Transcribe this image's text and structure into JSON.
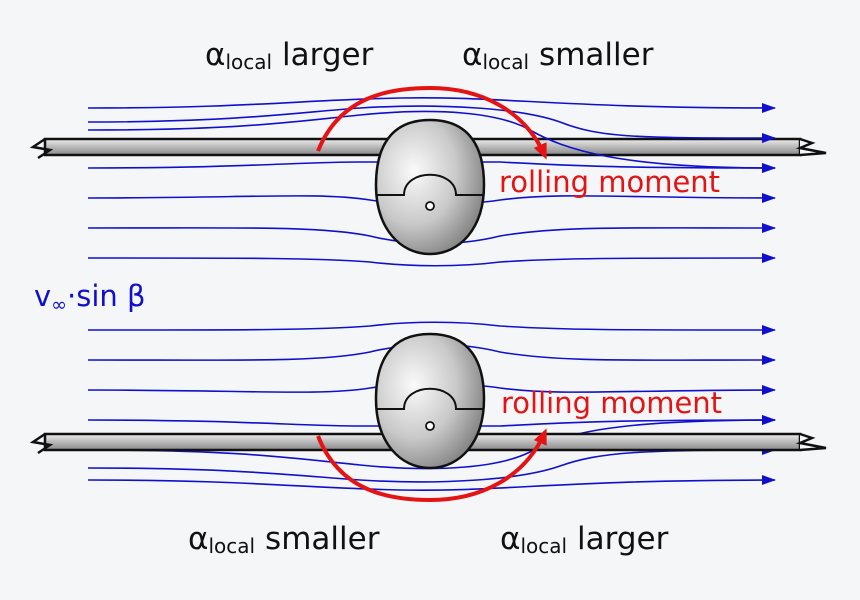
{
  "colors": {
    "background": "#f5f6f8",
    "streamline": "#1010cc",
    "moment": "#e41414",
    "text": "#111111",
    "fuselage_light": "#f4f4f4",
    "fuselage_dark": "#8e8e8e",
    "wing": "#c8c8c8"
  },
  "labels": {
    "alpha_symbol": "α",
    "local_subscript": "local",
    "larger": "larger",
    "smaller": "smaller",
    "rolling_moment": "rolling moment",
    "velocity": {
      "v": "v",
      "infinity": "∞",
      "rest": "·sin β"
    }
  },
  "panels": [
    {
      "id": "top",
      "left_label_word": "larger",
      "right_label_word": "smaller",
      "moment_label": "rolling moment",
      "moment_direction": "clockwise",
      "wing_position": "upper"
    },
    {
      "id": "bottom",
      "left_label_word": "smaller",
      "right_label_word": "larger",
      "moment_label": "rolling moment",
      "moment_direction": "counterclockwise",
      "wing_position": "lower"
    }
  ],
  "icons": [
    "flow-arrow-icon",
    "rolling-moment-arrow-icon",
    "fuselage-icon",
    "wing-break-icon"
  ]
}
